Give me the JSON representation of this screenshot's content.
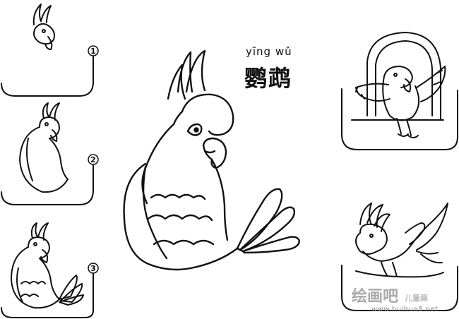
{
  "title": {
    "pinyin": "yīng  wǔ",
    "hanzi": "鹦鹉"
  },
  "steps": [
    "1",
    "2",
    "3"
  ],
  "watermark": {
    "brand": "绘画吧",
    "sub": "儿童画",
    "url": "www.huihua8.net"
  },
  "colors": {
    "ink": "#111111",
    "watermark": "#a9a9a9"
  }
}
